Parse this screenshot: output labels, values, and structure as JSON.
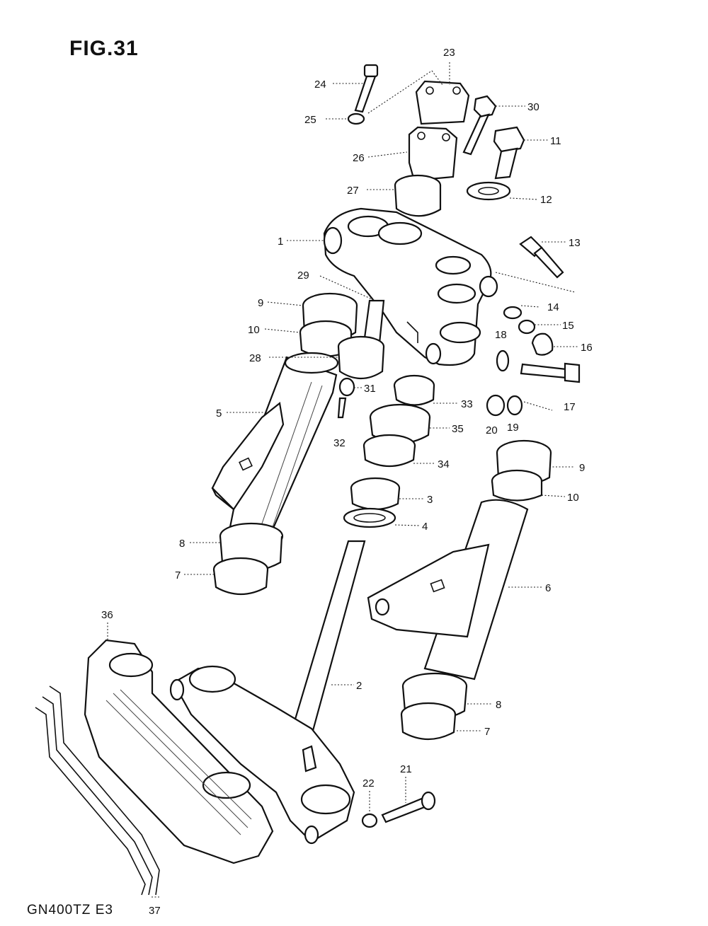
{
  "figure": {
    "title": "FIG.31",
    "model_code": "GN400TZ  E3"
  },
  "callouts": [
    "1",
    "2",
    "3",
    "4",
    "5",
    "6",
    "7",
    "8",
    "9",
    "10",
    "11",
    "12",
    "13",
    "14",
    "15",
    "16",
    "17",
    "18",
    "19",
    "20",
    "21",
    "22",
    "23",
    "24",
    "25",
    "26",
    "27",
    "28",
    "29",
    "30",
    "31",
    "32",
    "33",
    "34",
    "35",
    "36",
    "37"
  ],
  "repeated_callouts": [
    "7",
    "8",
    "9",
    "10"
  ]
}
